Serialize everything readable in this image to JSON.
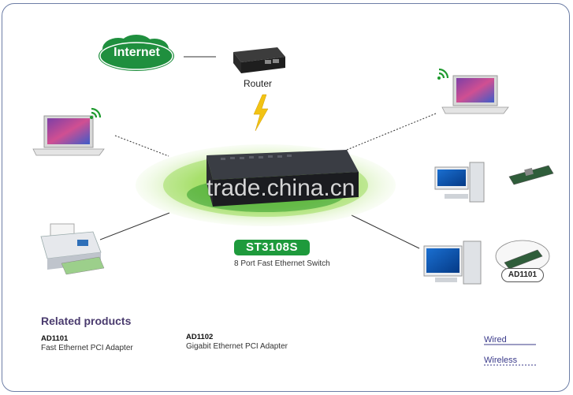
{
  "diagram": {
    "internet_label": "Internet",
    "router_label": "Router",
    "model_name": "ST3108S",
    "model_description": "8 Port Fast Ethernet Switch",
    "adapter_tag": "AD1101",
    "watermark": "trade.china.cn"
  },
  "related": {
    "title": "Related products",
    "products": [
      {
        "code": "AD1101",
        "description": "Fast Ethernet PCI Adapter"
      },
      {
        "code": "AD1102",
        "description": "Gigabit Ethernet PCI Adapter"
      }
    ]
  },
  "legend": {
    "wired": "Wired",
    "wireless": "Wireless"
  },
  "colors": {
    "frame": "#6d7ea6",
    "green_badge": "#1e9a3c",
    "cloud": "#1f8f3e",
    "glow": "#9ddc5a",
    "bolt": "#f2c314"
  },
  "icons": [
    "internet-cloud-icon",
    "router-icon",
    "lightning-icon",
    "switch-icon",
    "laptop-icon",
    "wifi-icon",
    "printer-icon",
    "desktop-pc-icon",
    "pci-adapter-icon"
  ]
}
